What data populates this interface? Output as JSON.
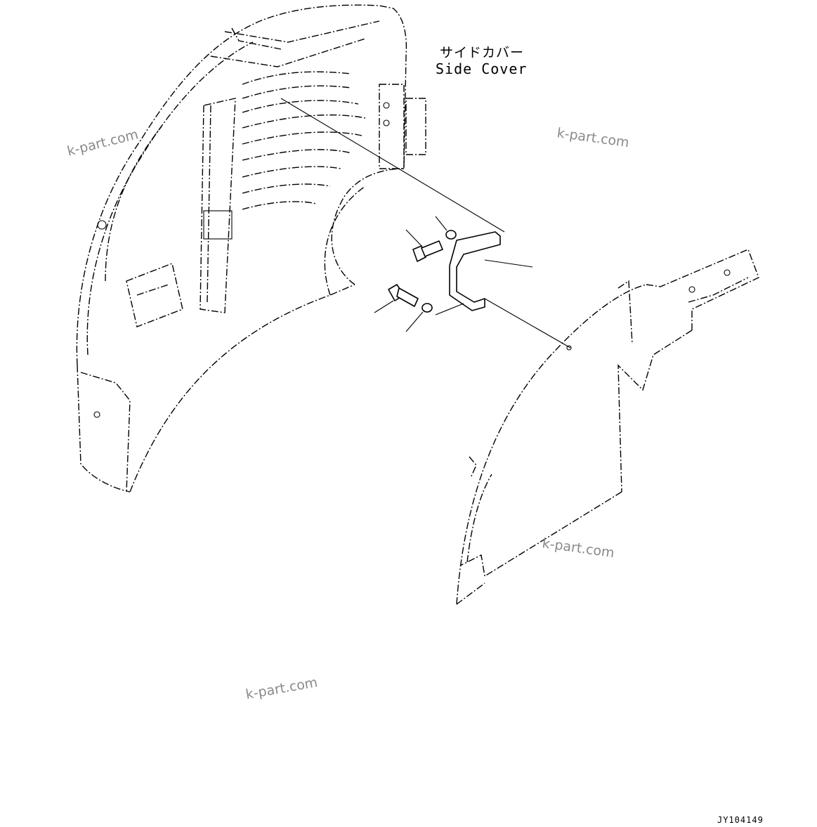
{
  "callout": {
    "label_jp": "サイドカバー",
    "label_en": "Side Cover"
  },
  "drawing_number": "JY104149",
  "watermarks": [
    "k-part.com",
    "k-part.com",
    "k-part.com",
    "k-part.com"
  ],
  "parts": {
    "bracket-icon": "bracket",
    "bolt-icon": "bolt",
    "washer-icon": "washer",
    "side-cover-icon": "side cover panel",
    "rear-hood-icon": "rear hood with louvres"
  }
}
